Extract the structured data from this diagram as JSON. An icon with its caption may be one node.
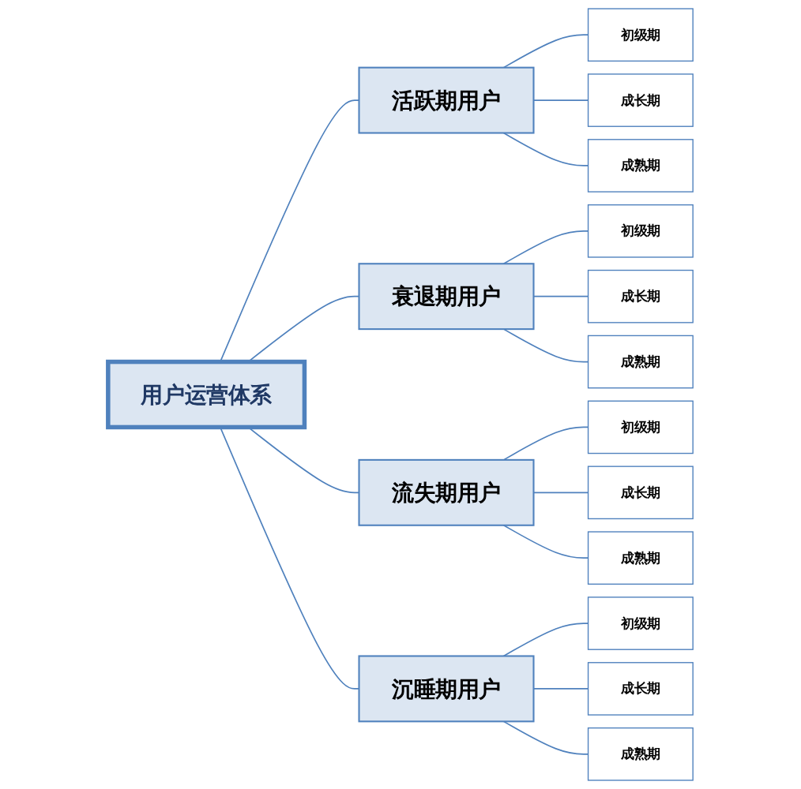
{
  "diagram": {
    "nodes": [
      {
        "text": [
          "用户运营体系"
        ]
      },
      {
        "text": [
          "活跃期用户"
        ]
      },
      {
        "text": [
          "初级期"
        ]
      },
      {
        "text": [
          "成长期"
        ]
      },
      {
        "text": [
          "成熟期"
        ]
      },
      {
        "text": [
          "衰退期用户"
        ]
      },
      {
        "text": [
          "初级期"
        ]
      },
      {
        "text": [
          "成长期"
        ]
      },
      {
        "text": [
          "成熟期"
        ]
      },
      {
        "text": [
          "流失期用户"
        ]
      },
      {
        "text": [
          "初级期"
        ]
      },
      {
        "text": [
          "成长期"
        ]
      },
      {
        "text": [
          "成熟期"
        ]
      },
      {
        "text": [
          "沉睡期用户"
        ]
      },
      {
        "text": [
          "初级期"
        ]
      },
      {
        "text": [
          "成长期"
        ]
      },
      {
        "text": [
          "成熟期"
        ]
      }
    ],
    "edges": [
      {
        "from": 0,
        "to": 1,
        "arrow": "none"
      },
      {
        "from": 1,
        "to": 2,
        "arrow": "none"
      },
      {
        "from": 1,
        "to": 3,
        "arrow": "none"
      },
      {
        "from": 1,
        "to": 4,
        "arrow": "none"
      },
      {
        "from": 0,
        "to": 5,
        "arrow": "none"
      },
      {
        "from": 5,
        "to": 6,
        "arrow": "none"
      },
      {
        "from": 5,
        "to": 7,
        "arrow": "none"
      },
      {
        "from": 5,
        "to": 8,
        "arrow": "none"
      },
      {
        "from": 0,
        "to": 9,
        "arrow": "none"
      },
      {
        "from": 9,
        "to": 10,
        "arrow": "none"
      },
      {
        "from": 9,
        "to": 11,
        "arrow": "none"
      },
      {
        "from": 9,
        "to": 12,
        "arrow": "none"
      },
      {
        "from": 0,
        "to": 13,
        "arrow": "none"
      },
      {
        "from": 13,
        "to": 14,
        "arrow": "none"
      },
      {
        "from": 13,
        "to": 15,
        "arrow": "none"
      },
      {
        "from": 13,
        "to": 16,
        "arrow": "none"
      }
    ]
  }
}
